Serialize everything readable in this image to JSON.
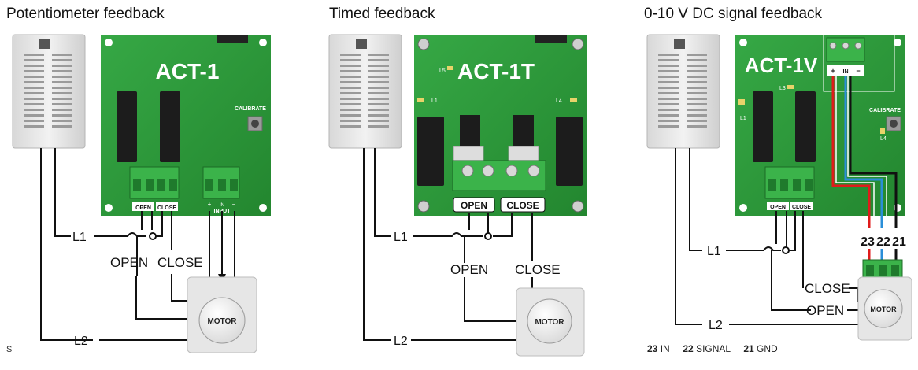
{
  "panels": [
    {
      "title": "Potentiometer feedback",
      "board": "ACT-1",
      "terminal_labels": [
        "OPEN",
        "CLOSE"
      ],
      "input_label": "INPUT",
      "input_pins": [
        "+",
        "IN",
        "−"
      ],
      "calibrate": "CALIBRATE",
      "l1": "L1",
      "l2": "L2",
      "open": "OPEN",
      "close": "CLOSE",
      "motor": "MOTOR"
    },
    {
      "title": "Timed feedback",
      "board": "ACT-1T",
      "terminal_labels": [
        "OPEN",
        "CLOSE"
      ],
      "led_labels": [
        "L5",
        "L1",
        "L4"
      ],
      "l1": "L1",
      "l2": "L2",
      "open": "OPEN",
      "close": "CLOSE",
      "motor": "MOTOR"
    },
    {
      "title": "0-10 V DC signal feedback",
      "board": "ACT-1V",
      "terminal_labels": [
        "OPEN",
        "CLOSE"
      ],
      "input_pins": [
        "+",
        "IN",
        "−"
      ],
      "led_labels": [
        "L3",
        "L1",
        "L4"
      ],
      "calibrate": "CALIBRATE",
      "terminal_numbers": [
        "23",
        "22",
        "21"
      ],
      "l1": "L1",
      "l2": "L2",
      "open": "OPEN",
      "close": "CLOSE",
      "motor": "MOTOR"
    }
  ],
  "legend": [
    {
      "number": "23",
      "name": "IN"
    },
    {
      "number": "22",
      "name": "SIGNAL"
    },
    {
      "number": "21",
      "name": "GND"
    }
  ],
  "corner_mark": "S",
  "colors": {
    "board": "#2f9e3e",
    "board_dark": "#1f7a2c",
    "terminal": "#3bb34a",
    "relay": "#1c1c1c",
    "wire": "#111111",
    "wire_red": "#e01b1b",
    "wire_blue": "#2a8ed8",
    "motor_box": "#e6e6e6",
    "motor_disc": "#f4f4f4"
  }
}
